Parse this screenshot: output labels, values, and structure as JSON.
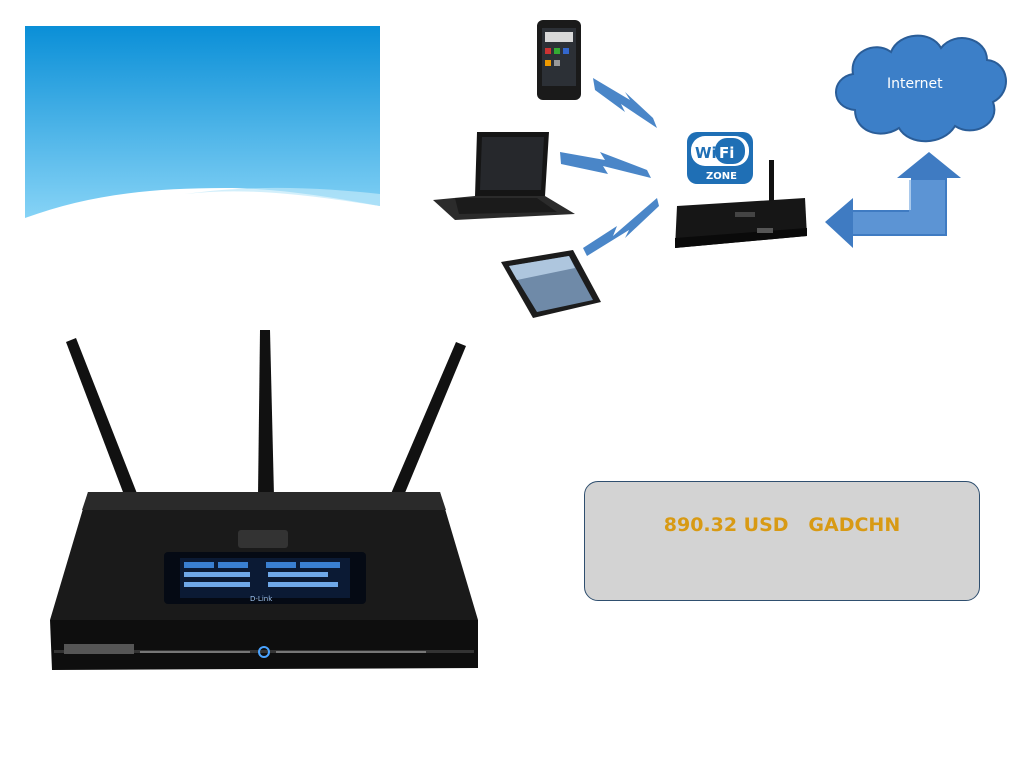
{
  "header_wave": {
    "color_top": "#0a90d8",
    "color_bottom": "#7fd0f5"
  },
  "network_diagram": {
    "internet_label": "Internet",
    "wifi_badge": {
      "top": "Wi",
      "bottom": "Fi",
      "zone": "ZONE"
    },
    "devices": [
      "smartphone",
      "laptop",
      "tablet",
      "router"
    ]
  },
  "router_photo": {
    "screen_brand": "D-Link"
  },
  "price_box": {
    "text": "890.32 USD   GADCHN",
    "text_color": "#d89a14",
    "background": "#d3d3d3"
  }
}
